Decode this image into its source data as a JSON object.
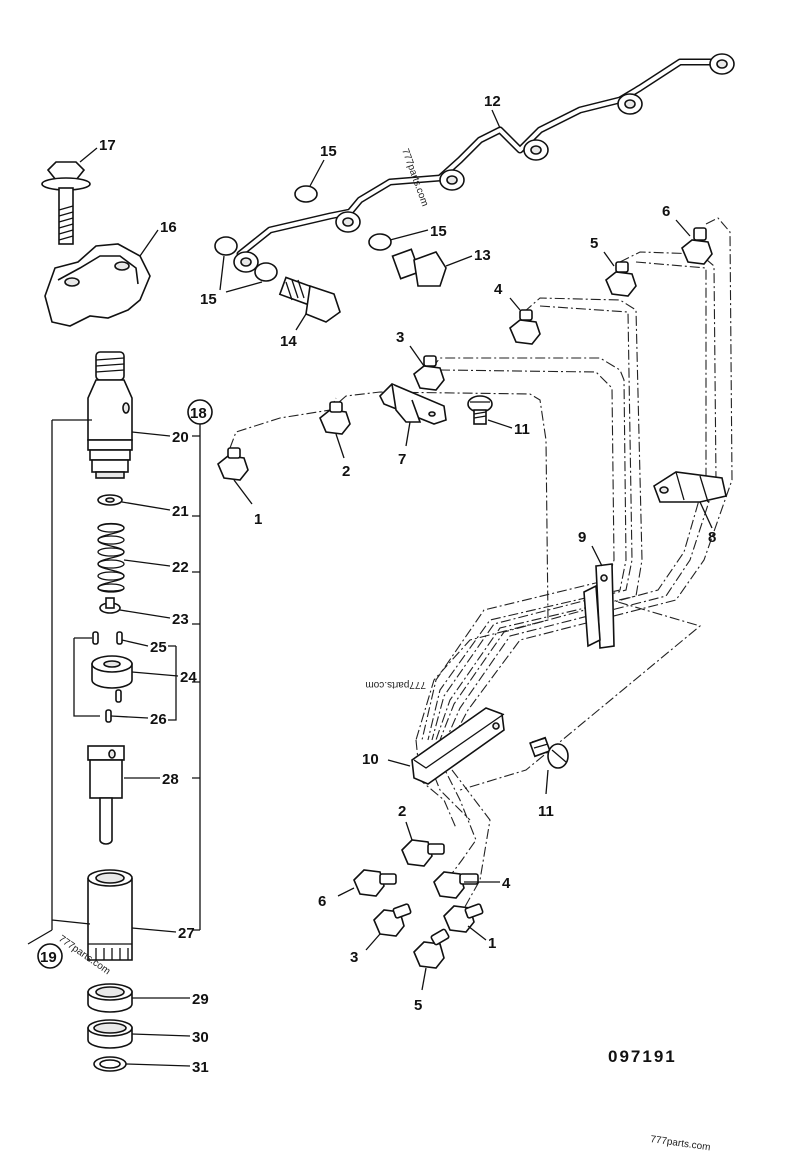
{
  "drawing": {
    "code": "097191",
    "watermarks": [
      "777parts.com",
      "777parts.com",
      "777parts.com",
      "777parts.com"
    ]
  },
  "callouts": {
    "c1a": "1",
    "c1b": "1",
    "c2a": "2",
    "c2b": "2",
    "c3a": "3",
    "c3b": "3",
    "c4a": "4",
    "c4b": "4",
    "c5a": "5",
    "c5b": "5",
    "c6a": "6",
    "c6b": "6",
    "c7": "7",
    "c8": "8",
    "c9": "9",
    "c10": "10",
    "c11a": "11",
    "c11b": "11",
    "c12": "12",
    "c13": "13",
    "c14": "14",
    "c15a": "15",
    "c15b": "15",
    "c15c": "15",
    "c16": "16",
    "c17": "17",
    "c18": "18",
    "c19": "19",
    "c20": "20",
    "c21": "21",
    "c22": "22",
    "c23": "23",
    "c24": "24",
    "c25": "25",
    "c26": "26",
    "c27": "27",
    "c28": "28",
    "c29": "29",
    "c30": "30",
    "c31": "31"
  }
}
